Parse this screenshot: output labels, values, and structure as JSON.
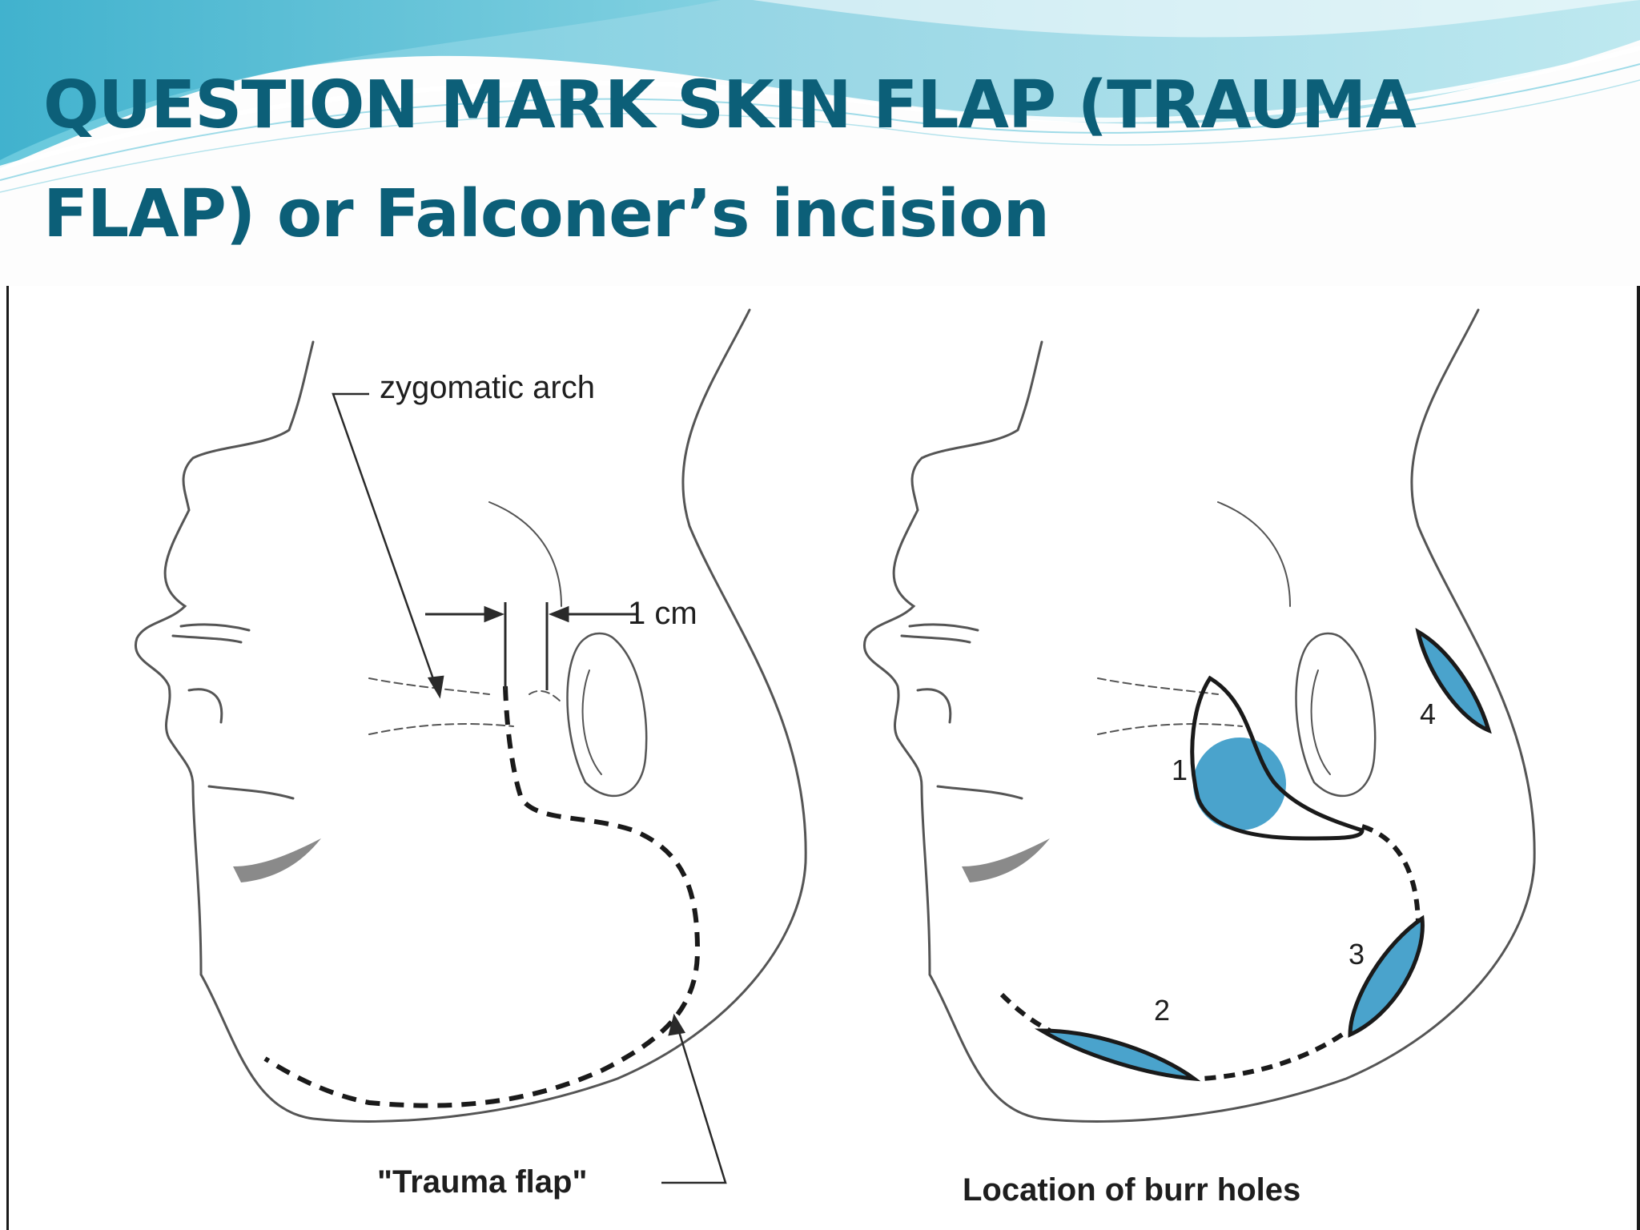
{
  "slide": {
    "title": "QUESTION MARK SKIN FLAP (TRAUMA FLAP) or Falconer’s incision"
  },
  "left_panel": {
    "label_zygomatic": "zygomatic arch",
    "label_measure": "1 cm",
    "caption": "\"Trauma flap\""
  },
  "right_panel": {
    "caption": "Location of burr holes",
    "burr_holes": [
      "1",
      "2",
      "3",
      "4"
    ]
  },
  "colors": {
    "title": "#0c5f78",
    "burr_fill": "#4aa3cc",
    "line": "#2a2a2a",
    "header_wave": "#6cc3d8"
  }
}
